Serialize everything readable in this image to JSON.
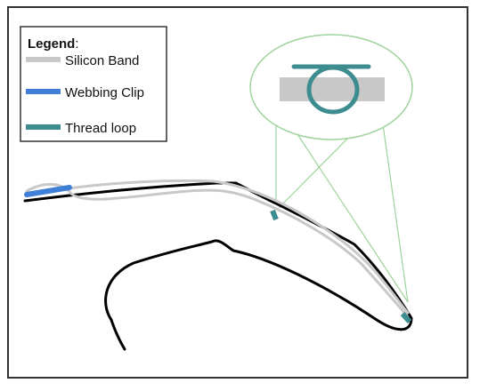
{
  "legend": {
    "title": "Legend",
    "title_suffix": ":",
    "items": [
      {
        "label": "Silicon Band",
        "color": "#c8c8c8"
      },
      {
        "label": "Webbing Clip",
        "color": "#3f7fd8"
      },
      {
        "label": "Thread loop",
        "color": "#3c8c90"
      }
    ]
  },
  "colors": {
    "outline": "#000000",
    "callout": "#9ed39e",
    "frame": "#333333"
  }
}
